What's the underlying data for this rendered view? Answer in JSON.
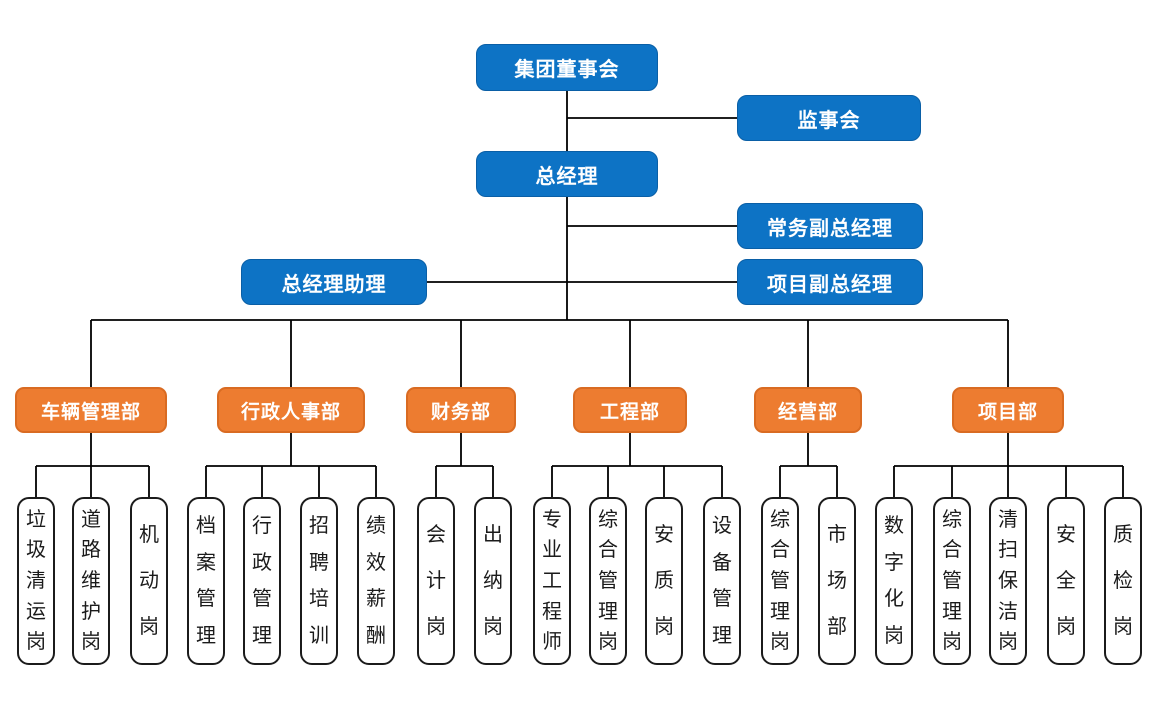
{
  "colors": {
    "blue": "#0d73c5",
    "blue_border": "#0a5fa6",
    "orange": "#ed7c30",
    "orange_border": "#d96b22",
    "box_text": "#ffffff",
    "leaf_border": "#1b1b1b",
    "leaf_text": "#1b1b1b",
    "line": "#000000"
  },
  "nodes": {
    "board": "集团董事会",
    "supervisory": "监事会",
    "general_manager": "总经理",
    "executive_deputy": "常务副总经理",
    "assistant": "总经理助理",
    "project_deputy": "项目副总经理"
  },
  "departments": [
    {
      "name": "车辆管理部",
      "positions": [
        "垃圾清运岗",
        "道路维护岗",
        "机动岗"
      ]
    },
    {
      "name": "行政人事部",
      "positions": [
        "档案管理",
        "行政管理",
        "招聘培训",
        "绩效薪酬"
      ]
    },
    {
      "name": "财务部",
      "positions": [
        "会计岗",
        "出纳岗"
      ]
    },
    {
      "name": "工程部",
      "positions": [
        "专业工程师",
        "综合管理岗",
        "安质岗",
        "设备管理"
      ]
    },
    {
      "name": "经营部",
      "positions": [
        "综合管理岗",
        "市场部"
      ]
    },
    {
      "name": "项目部",
      "positions": [
        "数字化岗",
        "综合管理岗",
        "清扫保洁岗",
        "安全岗",
        "质检岗"
      ]
    }
  ]
}
